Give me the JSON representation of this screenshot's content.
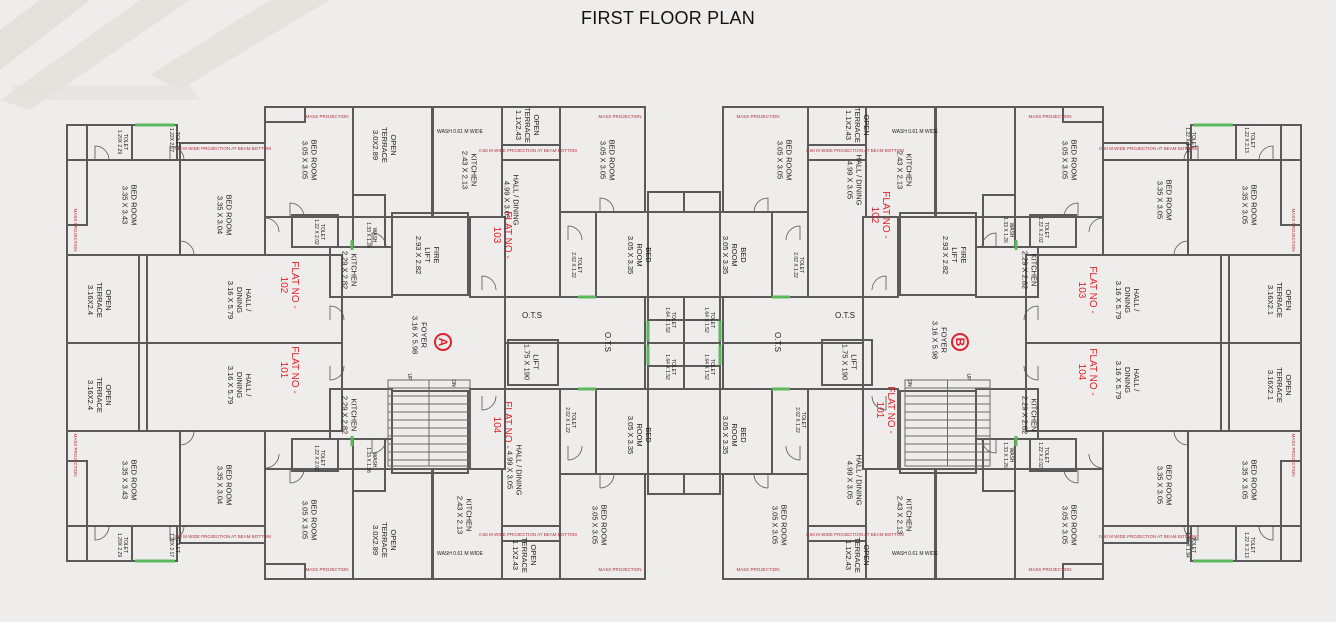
{
  "title": "FIRST FLOOR PLAN",
  "wings": {
    "a": "A",
    "b": "B"
  },
  "colors": {
    "walls": "#5a5a5a",
    "flat_labels": "#e0202a",
    "windows": "#5cb85c",
    "background": "#efedeb"
  },
  "flats": {
    "prefix": "FLAT NO -",
    "f101": "101",
    "f102": "102",
    "f103": "103",
    "f104": "104"
  },
  "labels": {
    "toilet_120_229": [
      "TOLET",
      "1.20X 2.29"
    ],
    "toilet_122_217": [
      "TOLET",
      "1.22X 2.17"
    ],
    "toilet_122_194": [
      "TOLET",
      "1.22 X 1.94"
    ],
    "toilet_122_213": [
      "TOLET",
      "1.22 X 2.13"
    ],
    "bed_335_343": [
      "BED ROOM",
      "3.35 X 3.43"
    ],
    "bed_335_304": [
      "BED ROOM",
      "3.35 X 3.04"
    ],
    "bed_335_305": [
      "BED ROOM",
      "3.35 X 3.05"
    ],
    "bed_305_305": [
      "BED ROOM",
      "3.05 X 3.05"
    ],
    "bed_305_335": [
      "BED",
      "ROOM",
      "3.05 X 3.35"
    ],
    "terrace_30_289": [
      "OPEN",
      "TERRACE",
      "3.0X2.89"
    ],
    "terrace_316_24": [
      "OPEN",
      "TERRACE",
      "3.16X2.4"
    ],
    "terrace_316_21": [
      "OPEN",
      "TERRACE",
      "3.16X2.1"
    ],
    "terrace_11_243": [
      "OPEN",
      "TERRACE",
      "1.1X2.43"
    ],
    "kitchen_243_213": [
      "KITCHEN",
      "2.43 X 2.13"
    ],
    "kitchen_229_282": [
      "KITCHEN",
      "2.29 X 2.82"
    ],
    "toilet_122_202": [
      "TOLET",
      "1.22 X 2.02"
    ],
    "toilet_202_122": [
      "TOLET",
      "2.02 X 1.22"
    ],
    "toilet_164_152": [
      "TOLET",
      "1.64 X 1.52"
    ],
    "wash_133_126": [
      "WASH",
      "1.33 X 1.26"
    ],
    "fire_lift": [
      "FIRE",
      "LIFT",
      "2.93 X 2.82"
    ],
    "hall_316_579": [
      "HALL /",
      "DINING",
      "3.16 X 5.79"
    ],
    "hall_499_305": [
      "HALL / DINING",
      "4.99 X 3.05"
    ],
    "foyer": [
      "FOYER",
      "3.16 X 5.98"
    ],
    "lift": [
      "LIFT",
      "1.75 X 190"
    ],
    "ots": "O.T.S",
    "wash_wide": "WASH 0.61 M WIDE",
    "mass_projection": "MASS PROJECTION",
    "beam_projection": "0.60 M WIDE PROJECTION AT BEAM BOTTOM",
    "up": "UP",
    "dn": "DN"
  }
}
